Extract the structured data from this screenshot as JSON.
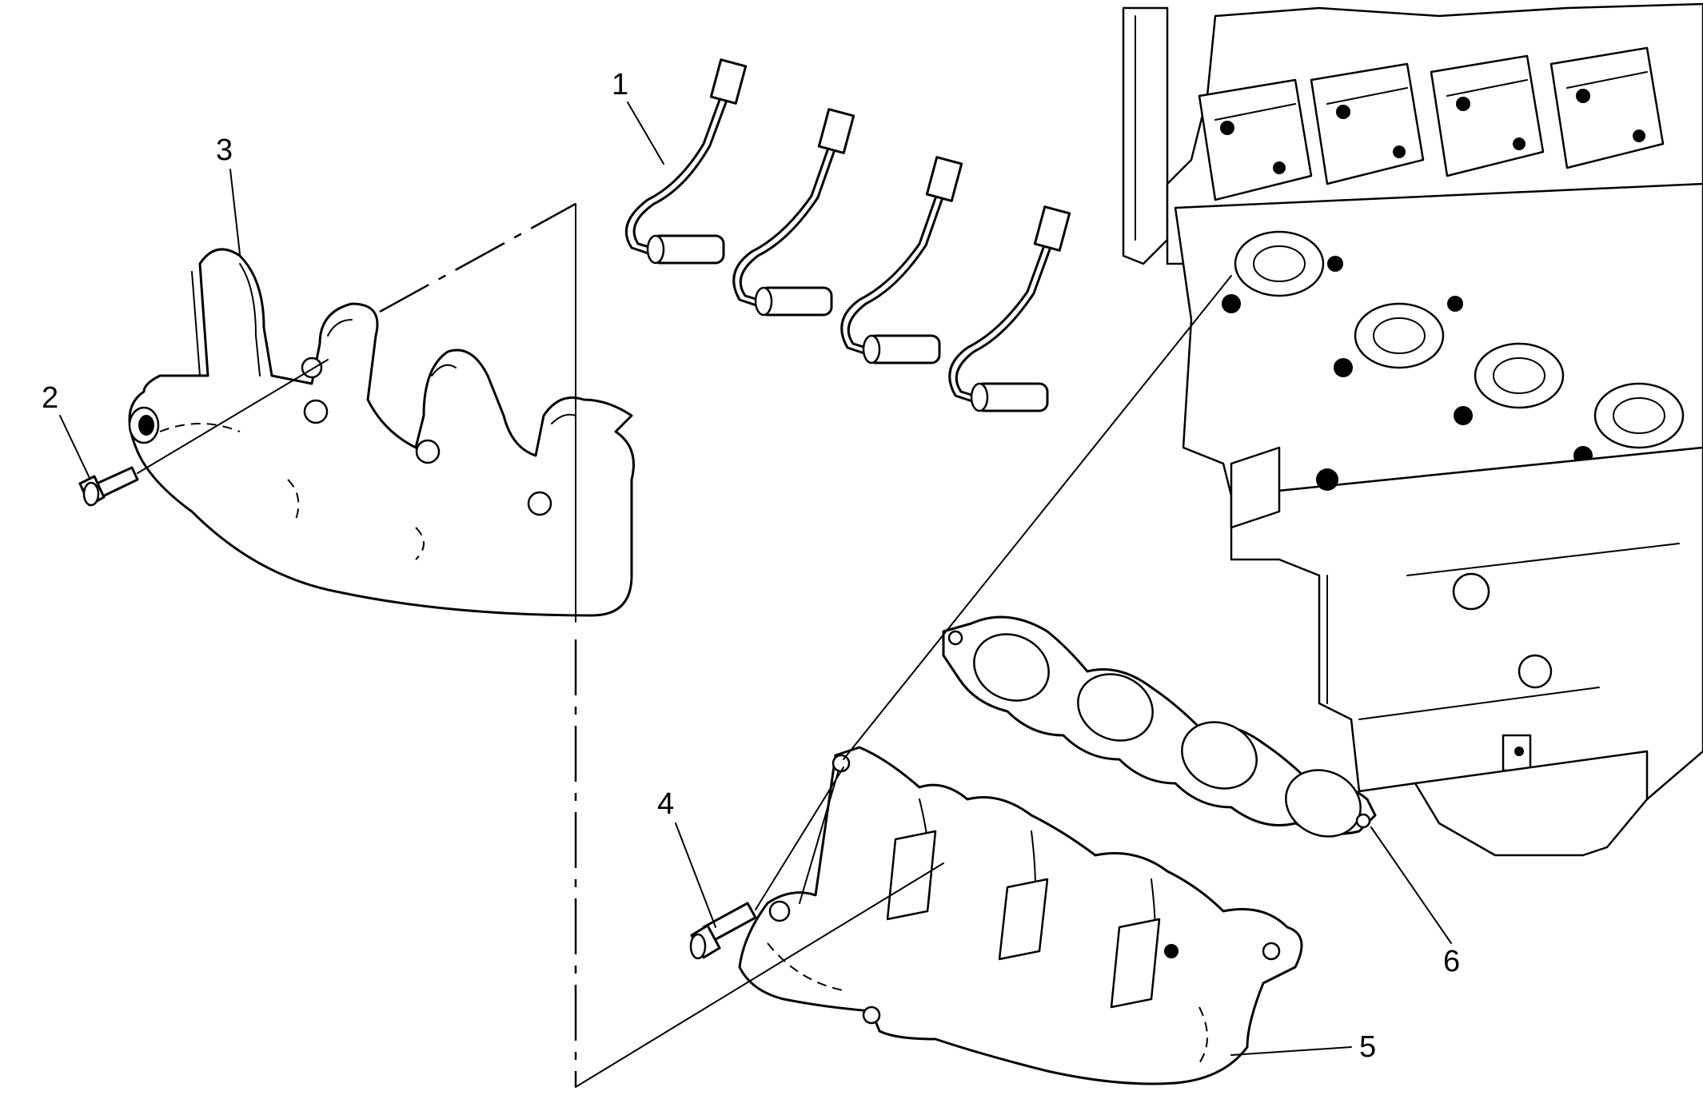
{
  "callouts": [
    {
      "number": "1"
    },
    {
      "number": "2"
    },
    {
      "number": "3"
    },
    {
      "number": "4"
    },
    {
      "number": "5"
    },
    {
      "number": "6"
    }
  ],
  "parts": [
    "oxygen-sensor-wires",
    "heat-shield-bolt",
    "upper-heat-shield",
    "manifold-bolt",
    "exhaust-manifold",
    "manifold-gasket"
  ]
}
